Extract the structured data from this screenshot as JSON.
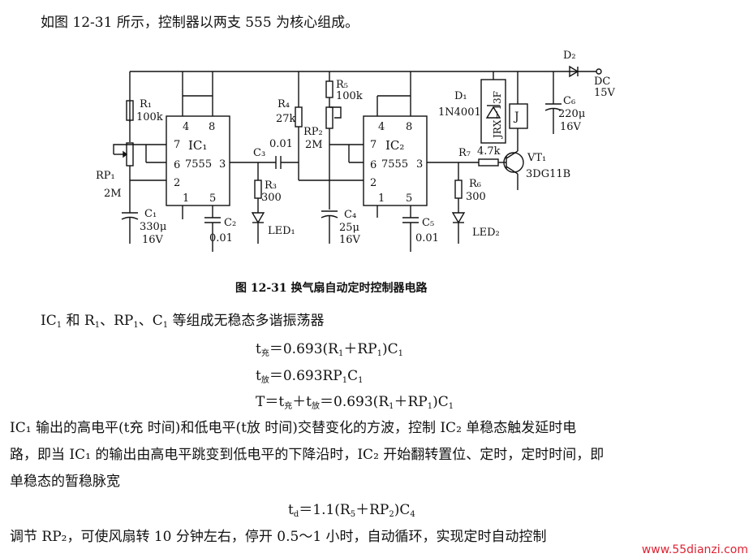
{
  "intro": "如图 12-31 所示，控制器以两支 555 为核心组成。",
  "caption": "图 12-31   换气扇自动定时控制器电路",
  "para1": {
    "ic1": "IC",
    "ic1_sub": "1",
    "rest": " 和 R",
    "r1_sub": "1",
    "mid": "、RP",
    "rp1_sub": "1",
    "mid2": "、C",
    "c1_sub": "1",
    "tail": " 等组成无稳态多谐振荡器"
  },
  "eq1": {
    "lhs": "t",
    "lhs_sub": "充",
    "rhs": "＝0.693(R",
    "s1": "1",
    "rhs2": "＋RP",
    "s2": "1",
    "rhs3": ")C",
    "s3": "1"
  },
  "eq2": {
    "lhs": "t",
    "lhs_sub": "放",
    "rhs": "＝0.693RP",
    "s1": "1",
    "rhs2": "C",
    "s2": "1"
  },
  "eq3": {
    "lhs": "T＝t",
    "s1": "充",
    "mid": "＋t",
    "s2": "放",
    "rhs": "＝0.693(R",
    "s3": "1",
    "rhs2": "＋RP",
    "s4": "1",
    "rhs3": ")C",
    "s5": "1"
  },
  "para2_line1": "IC₁ 输出的高电平(t充 时间)和低电平(t放 时间)交替变化的方波，控制 IC₂ 单稳态触发延时电",
  "para2_line2": "路，即当 IC₁ 的输出由高电平跳变到低电平的下降沿时，IC₂ 开始翻转置位、定时，定时时间，即",
  "para2_line3": "单稳态的暂稳脉宽",
  "eq4": {
    "lhs": "t",
    "lhs_sub": "d",
    "rhs": "＝1.1(R",
    "s1": "5",
    "rhs2": "＋RP",
    "s2": "2",
    "rhs3": ")C",
    "s3": "4"
  },
  "para3": "调节 RP₂，可使风扇转 10 分钟左右，停开 0.5～1 小时，自动循环，实现定时自动控制",
  "watermark": "www.55dianzi.com",
  "circuit": {
    "r1": "R₁",
    "r1_val": "100k",
    "rp1": "RP₁",
    "rp1_val": "2M",
    "c1": "C₁",
    "c1_val": "330μ",
    "c1_v": "16V",
    "ic1": "IC₁",
    "ic1_num": "7555",
    "c2": "C₂",
    "c2_val": "0.01",
    "c3": "C₃",
    "c3_val": "0.01",
    "r3": "R₃",
    "r3_val": "300",
    "led1": "LED₁",
    "r4": "R₄",
    "r4_val": "27k",
    "r5": "R₅",
    "r5_val": "100k",
    "rp2": "RP₂",
    "rp2_val": "2M",
    "c4": "C₄",
    "c4_val": "25μ",
    "c4_v": "16V",
    "ic2": "IC₂",
    "ic2_num": "7555",
    "c5": "C₅",
    "c5_val": "0.01",
    "r7": "R₇",
    "r7_val": "4.7k",
    "r6": "R₆",
    "r6_val": "300",
    "led2": "LED₂",
    "d1": "D₁",
    "d1_val": "1N4001",
    "relay_type": "JRX－13F",
    "relay": "J",
    "c6": "C₆",
    "c6_val": "220μ",
    "c6_v": "16V",
    "d2": "D₂",
    "dc": "DC",
    "dc_v": "15V",
    "vt1": "VT₁",
    "vt1_val": "3DG11B",
    "pins": [
      "4",
      "8",
      "7",
      "6",
      "3",
      "2",
      "1",
      "5"
    ]
  }
}
